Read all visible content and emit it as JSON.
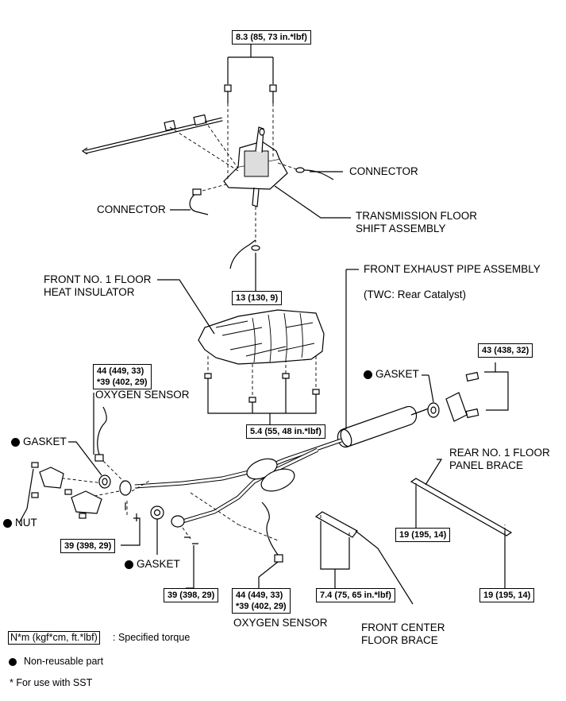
{
  "torques": {
    "shift_bolts": "8.3 (85, 73 in.*lbf)",
    "shift_lower": "13 (130, 9)",
    "o2_front": [
      "44 (449, 33)",
      "*39 (402, 29)"
    ],
    "o2_rear": [
      "44 (449, 33)",
      "*39 (402, 29)"
    ],
    "rear_clamp": "43 (438, 32)",
    "insulator": "5.4 (55, 48 in.*lbf)",
    "manifold_left": "39 (398, 29)",
    "manifold_right": "39 (398, 29)",
    "center_brace": "7.4 (75, 65 in.*lbf)",
    "panel_brace_left": "19 (195, 14)",
    "panel_brace_right": "19 (195, 14)"
  },
  "labels": {
    "connector_right": "CONNECTOR",
    "connector_left": "CONNECTOR",
    "shift_assy": [
      "TRANSMISSION FLOOR",
      "SHIFT ASSEMBLY"
    ],
    "exhaust_pipe": "FRONT EXHAUST PIPE ASSEMBLY",
    "twc": "(TWC: Rear Catalyst)",
    "heat_insulator": [
      "FRONT NO. 1 FLOOR",
      "HEAT INSULATOR"
    ],
    "o2_front": "OXYGEN SENSOR",
    "o2_rear": "OXYGEN SENSOR",
    "gasket_rear": "GASKET",
    "gasket_left": "GASKET",
    "gasket_bottom": "GASKET",
    "nut": "NUT",
    "panel_brace": [
      "REAR NO. 1 FLOOR",
      "PANEL BRACE"
    ],
    "center_brace": [
      "FRONT CENTER",
      "FLOOR BRACE"
    ]
  },
  "legend": {
    "torque_unit": "N*m (kgf*cm, ft.*lbf)",
    "torque_text": ": Specified torque",
    "nonreusable": "Non-reusable part",
    "sst": "* For use with SST"
  }
}
